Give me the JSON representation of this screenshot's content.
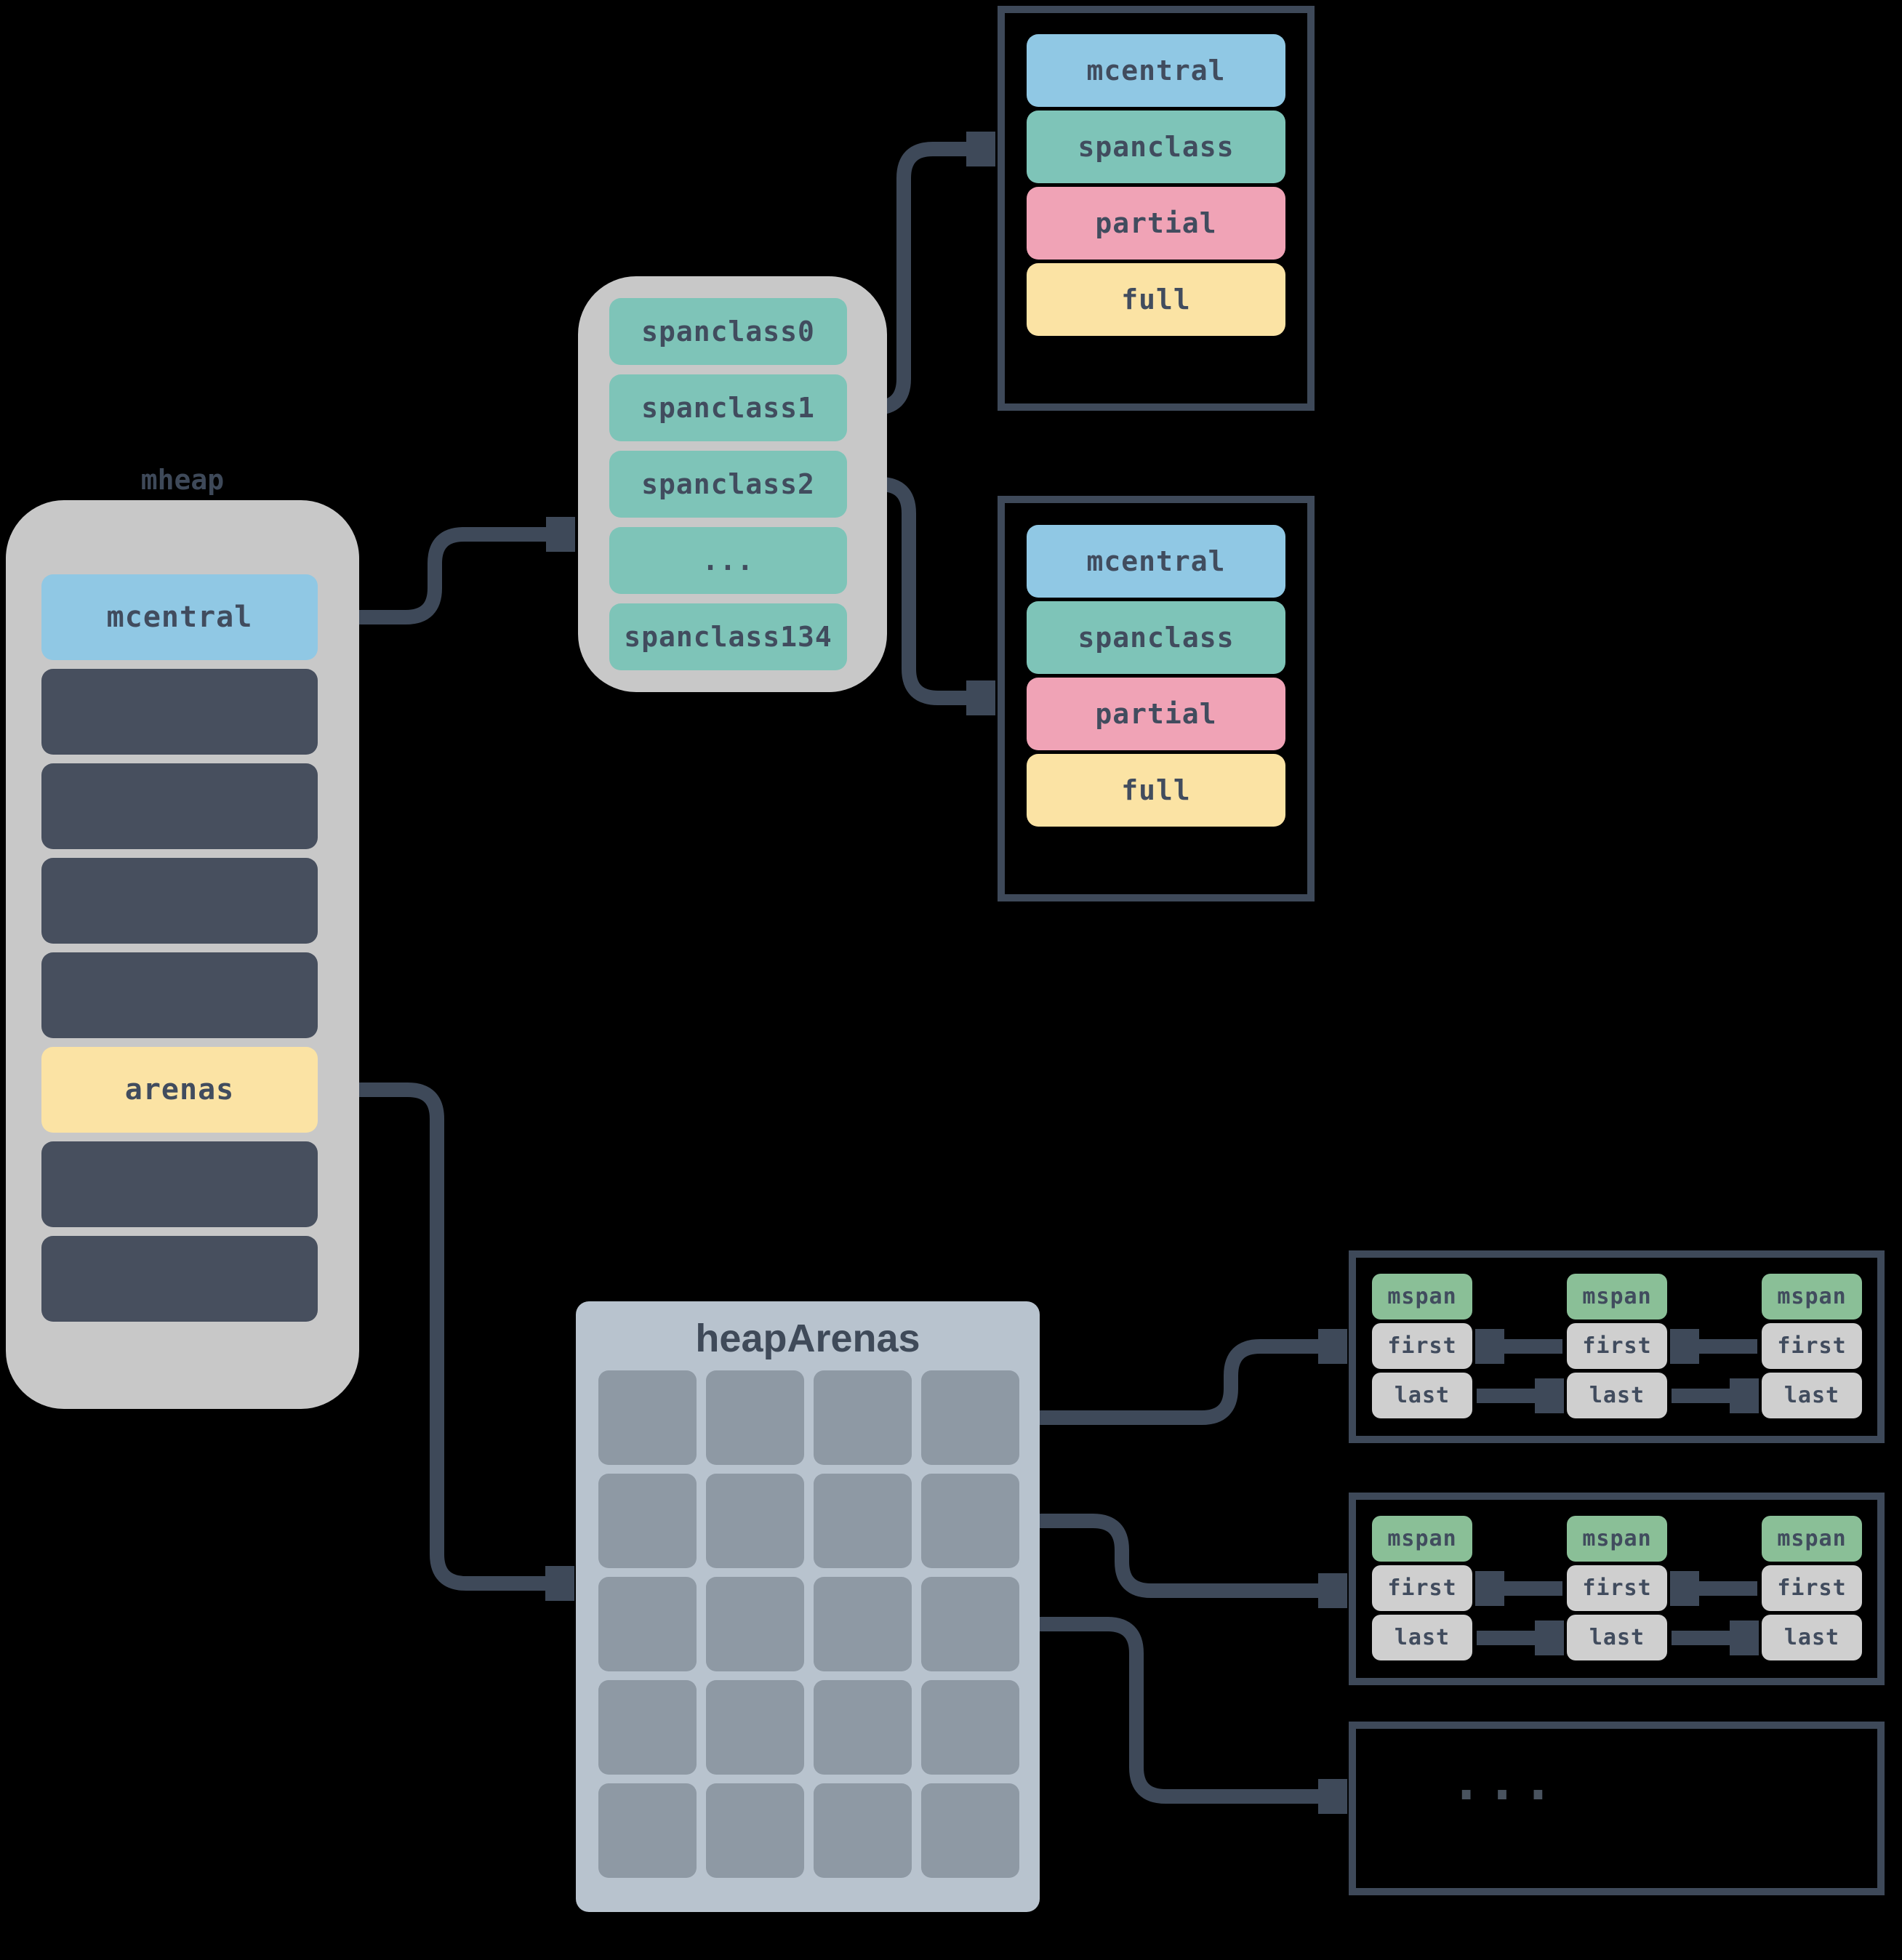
{
  "colors": {
    "background": "#000000",
    "container_gray": "#c8c8c8",
    "slate_line": "#3e4959",
    "dark_row": "#474f5e",
    "blue": "#90c8e4",
    "teal": "#7ec4b8",
    "pink": "#f0a3b6",
    "yellow": "#fbe3a4",
    "green": "#8abf97",
    "chip_gray": "#cfcfcf",
    "arenas_panel": "#b8c3ce",
    "arena_cell": "#8e99a4",
    "label_text": "#414c5e"
  },
  "mheap": {
    "title": "mheap",
    "rows": [
      {
        "label": "mcentral",
        "type": "blue"
      },
      {
        "label": "",
        "type": "dark"
      },
      {
        "label": "",
        "type": "dark"
      },
      {
        "label": "",
        "type": "dark"
      },
      {
        "label": "",
        "type": "dark"
      },
      {
        "label": "arenas",
        "type": "yellow"
      },
      {
        "label": "",
        "type": "dark"
      },
      {
        "label": "",
        "type": "dark"
      }
    ]
  },
  "spanclass_list": {
    "items": [
      {
        "label": "spanclass0"
      },
      {
        "label": "spanclass1"
      },
      {
        "label": "spanclass2"
      },
      {
        "label": "..."
      },
      {
        "label": "spanclass134"
      }
    ]
  },
  "mcentral_boxes": [
    {
      "rows": [
        {
          "label": "mcentral",
          "type": "blue"
        },
        {
          "label": "spanclass",
          "type": "teal"
        },
        {
          "label": "partial",
          "type": "pink"
        },
        {
          "label": "full",
          "type": "yellow"
        }
      ]
    },
    {
      "rows": [
        {
          "label": "mcentral",
          "type": "blue"
        },
        {
          "label": "spanclass",
          "type": "teal"
        },
        {
          "label": "partial",
          "type": "pink"
        },
        {
          "label": "full",
          "type": "yellow"
        }
      ]
    }
  ],
  "heap_arenas": {
    "title": "heapArenas",
    "grid_cols": 4,
    "grid_rows": 5
  },
  "mspan_groups": [
    {
      "columns": [
        {
          "header": "mspan",
          "first": "first",
          "last": "last"
        },
        {
          "header": "mspan",
          "first": "first",
          "last": "last"
        },
        {
          "header": "mspan",
          "first": "first",
          "last": "last"
        }
      ]
    },
    {
      "columns": [
        {
          "header": "mspan",
          "first": "first",
          "last": "last"
        },
        {
          "header": "mspan",
          "first": "first",
          "last": "last"
        },
        {
          "header": "mspan",
          "first": "first",
          "last": "last"
        }
      ]
    }
  ],
  "ellipsis_box": {
    "label": "..."
  }
}
